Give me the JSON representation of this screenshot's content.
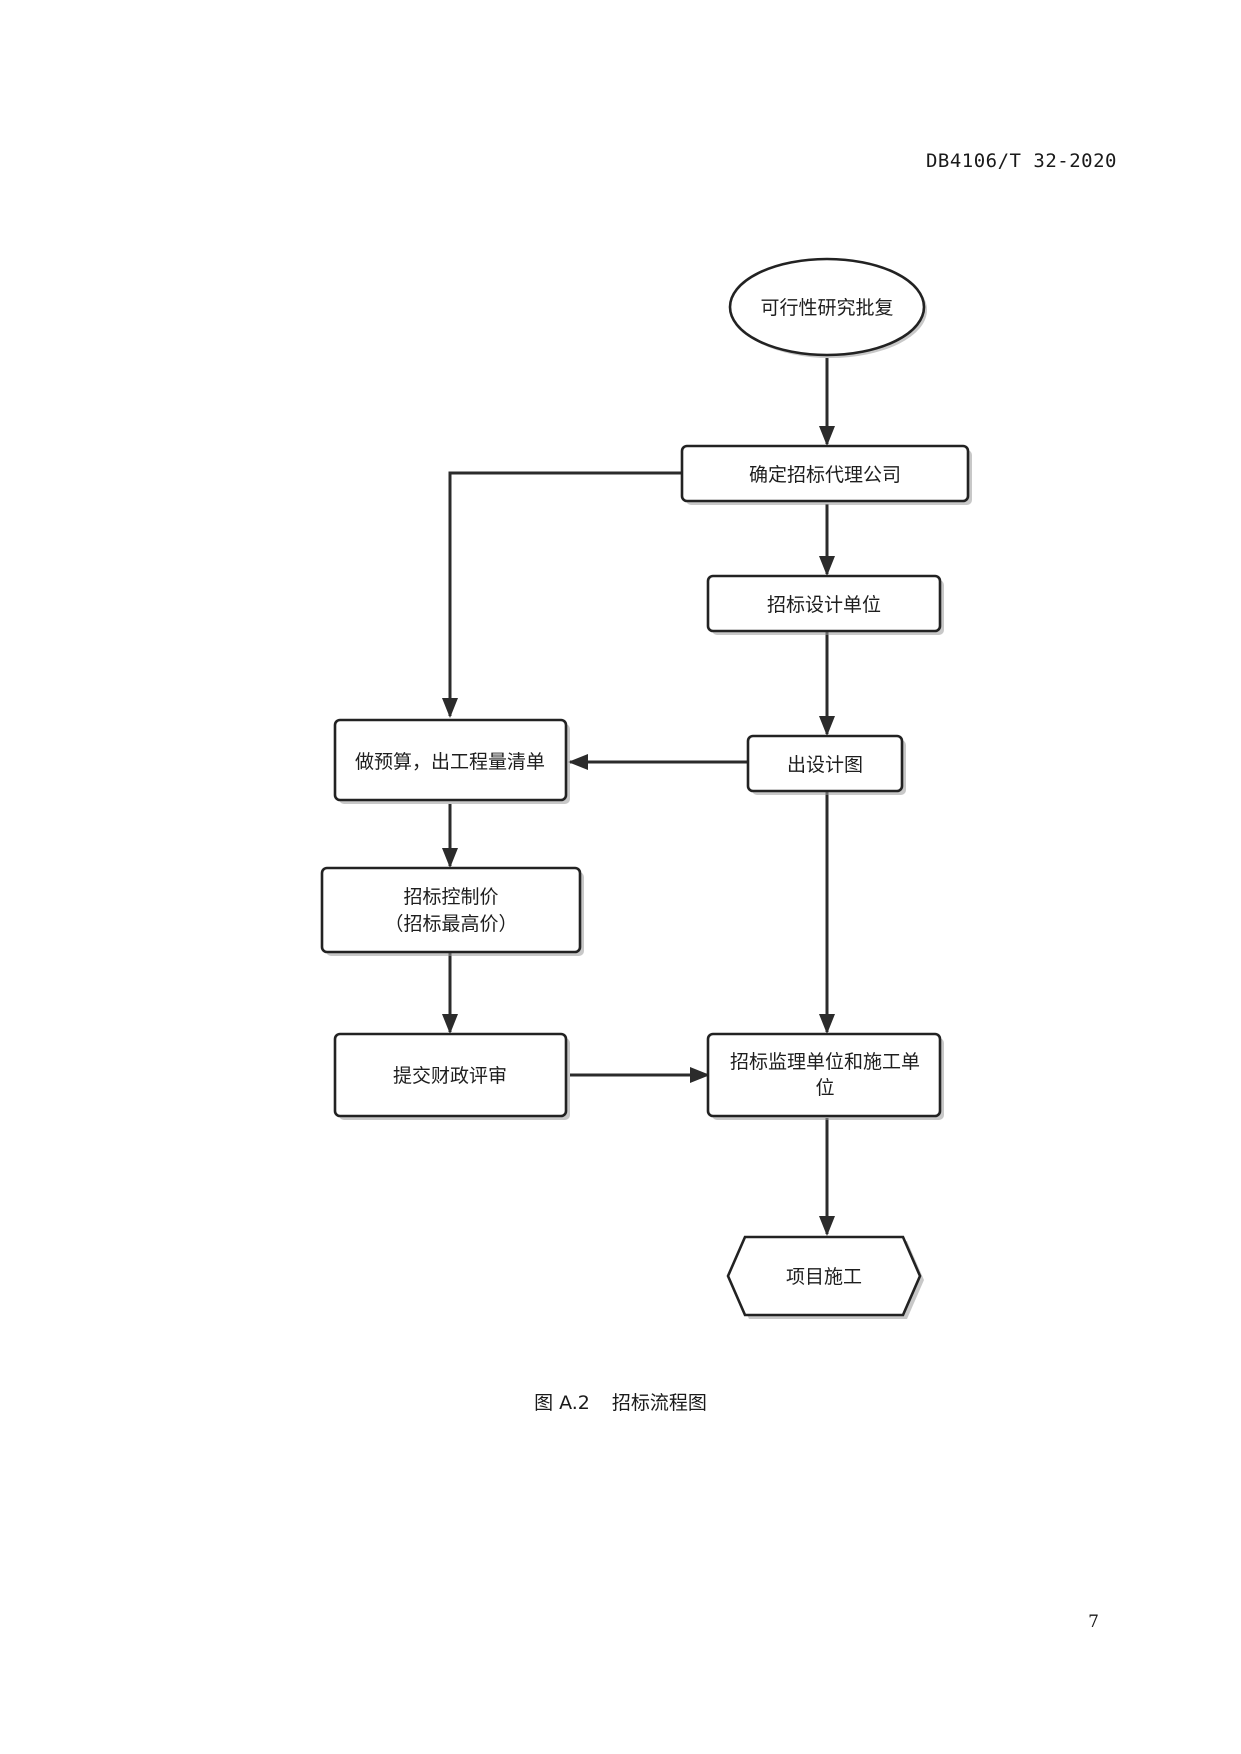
{
  "header": {
    "doc_code": "DB4106/T 32-2020"
  },
  "flowchart": {
    "nodes": {
      "start": "可行性研究批复",
      "agency": "确定招标代理公司",
      "design_bid": "招标设计单位",
      "drawings": "出设计图",
      "budget": "做预算，出工程量清单",
      "control_price": [
        "招标控制价",
        "（招标最高价）"
      ],
      "finance_review": "提交财政评审",
      "construction_bid": [
        "招标监理单位和施工单",
        "位"
      ],
      "project_start": "项目施工"
    }
  },
  "caption": {
    "figure_no": "图 A.2",
    "title": "招标流程图"
  },
  "footer": {
    "page_number": "7"
  }
}
